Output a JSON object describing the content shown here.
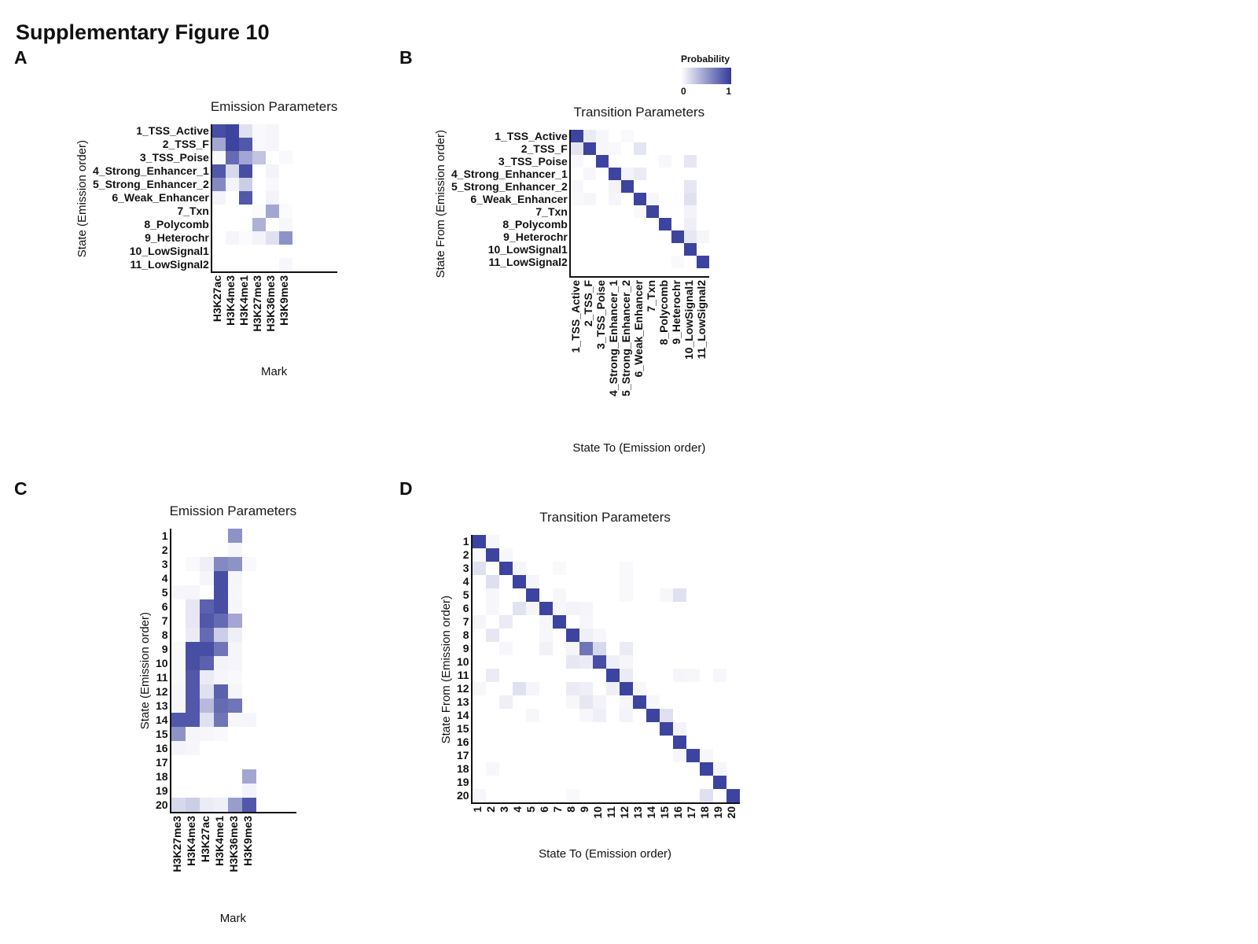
{
  "figure": {
    "title": "Supplementary Figure 10",
    "panel_letters": [
      "A",
      "B",
      "C",
      "D"
    ]
  },
  "colorbar": {
    "label": "Probability",
    "min": "0",
    "max": "1"
  },
  "colors": {
    "low": "#ffffff",
    "high": "#323a9a"
  },
  "chart_data": [
    {
      "panel": "A",
      "type": "heatmap",
      "title": "Emission Parameters",
      "xlabel": "Mark",
      "ylabel": "State (Emission order)",
      "value_range": [
        0,
        1
      ],
      "rows": [
        "1_TSS_Active",
        "2_TSS_F",
        "3_TSS_Poise",
        "4_Strong_Enhancer_1",
        "5_Strong_Enhancer_2",
        "6_Weak_Enhancer",
        "7_Txn",
        "8_Polycomb",
        "9_Heterochr",
        "10_LowSignal1",
        "11_LowSignal2"
      ],
      "cols": [
        "H3K27ac",
        "H3K4me3",
        "H3K4me1",
        "H3K27me3",
        "H3K36me3",
        "H3K9me3"
      ],
      "values": [
        [
          0.9,
          0.95,
          0.15,
          0.03,
          0.05,
          0
        ],
        [
          0.45,
          0.95,
          0.85,
          0.03,
          0.05,
          0
        ],
        [
          0.03,
          0.75,
          0.45,
          0.3,
          0,
          0.03
        ],
        [
          0.85,
          0.2,
          0.9,
          0,
          0.06,
          0
        ],
        [
          0.6,
          0.06,
          0.25,
          0,
          0.03,
          0
        ],
        [
          0.06,
          0,
          0.85,
          0,
          0.06,
          0
        ],
        [
          0,
          0,
          0,
          0.02,
          0.45,
          0.02
        ],
        [
          0,
          0,
          0,
          0.4,
          0,
          0.04
        ],
        [
          0,
          0.05,
          0.02,
          0.06,
          0.15,
          0.55
        ],
        [
          0,
          0,
          0,
          0,
          0,
          0
        ],
        [
          0,
          0,
          0,
          0,
          0,
          0.04
        ]
      ]
    },
    {
      "panel": "B",
      "type": "heatmap",
      "title": "Transition Parameters",
      "xlabel": "State To (Emission order)",
      "ylabel": "State From (Emission order)",
      "value_range": [
        0,
        1
      ],
      "rows": [
        "1_TSS_Active",
        "2_TSS_F",
        "3_TSS_Poise",
        "4_Strong_Enhancer_1",
        "5_Strong_Enhancer_2",
        "6_Weak_Enhancer",
        "7_Txn",
        "8_Polycomb",
        "9_Heterochr",
        "10_LowSignal1",
        "11_LowSignal2"
      ],
      "cols": [
        "1_TSS_Active",
        "2_TSS_F",
        "3_TSS_Poise",
        "4_Strong_Enhancer_1",
        "5_Strong_Enhancer_2",
        "6_Weak_Enhancer",
        "7_Txn",
        "8_Polycomb",
        "9_Heterochr",
        "10_LowSignal1",
        "11_LowSignal2"
      ],
      "values": [
        [
          0.95,
          0.1,
          0.04,
          0,
          0.03,
          0,
          0,
          0,
          0,
          0,
          0
        ],
        [
          0.13,
          0.95,
          0.04,
          0.03,
          0,
          0.13,
          0,
          0,
          0,
          0,
          0
        ],
        [
          0.03,
          0,
          0.95,
          0,
          0,
          0,
          0,
          0.04,
          0,
          0.12,
          0
        ],
        [
          0,
          0.04,
          0,
          0.95,
          0.06,
          0.1,
          0,
          0,
          0,
          0,
          0
        ],
        [
          0.04,
          0,
          0,
          0.06,
          0.95,
          0,
          0,
          0,
          0,
          0.12,
          0
        ],
        [
          0.03,
          0.05,
          0,
          0.05,
          0,
          0.95,
          0.04,
          0,
          0,
          0.15,
          0
        ],
        [
          0,
          0,
          0,
          0,
          0,
          0.03,
          0.95,
          0,
          0,
          0.06,
          0
        ],
        [
          0,
          0,
          0,
          0,
          0,
          0,
          0,
          0.95,
          0,
          0.08,
          0
        ],
        [
          0,
          0,
          0,
          0,
          0,
          0,
          0,
          0,
          0.95,
          0.12,
          0.05
        ],
        [
          0,
          0,
          0,
          0,
          0,
          0,
          0,
          0,
          0,
          0.95,
          0
        ],
        [
          0,
          0,
          0,
          0,
          0,
          0,
          0,
          0,
          0.03,
          0,
          0.95
        ]
      ]
    },
    {
      "panel": "C",
      "type": "heatmap",
      "title": "Emission Parameters",
      "xlabel": "Mark",
      "ylabel": "State (Emission order)",
      "value_range": [
        0,
        1
      ],
      "rows": [
        "1",
        "2",
        "3",
        "4",
        "5",
        "6",
        "7",
        "8",
        "9",
        "10",
        "11",
        "12",
        "13",
        "14",
        "15",
        "16",
        "17",
        "18",
        "19",
        "20"
      ],
      "cols": [
        "H3K27me3",
        "H3K4me3",
        "H3K27ac",
        "H3K4me1",
        "H3K36me3",
        "H3K9me3"
      ],
      "values": [
        [
          0,
          0,
          0,
          0,
          0.55,
          0
        ],
        [
          0,
          0,
          0,
          0,
          0.04,
          0
        ],
        [
          0,
          0.03,
          0.08,
          0.6,
          0.55,
          0.03
        ],
        [
          0,
          0,
          0.05,
          0.9,
          0.05,
          0
        ],
        [
          0.04,
          0.05,
          0,
          0.9,
          0.04,
          0
        ],
        [
          0,
          0.12,
          0.8,
          0.9,
          0.05,
          0
        ],
        [
          0,
          0.12,
          0.85,
          0.75,
          0.45,
          0
        ],
        [
          0,
          0.1,
          0.75,
          0.25,
          0.08,
          0
        ],
        [
          0.03,
          0.9,
          0.9,
          0.7,
          0.05,
          0
        ],
        [
          0.03,
          0.9,
          0.8,
          0.06,
          0.05,
          0
        ],
        [
          0.03,
          0.85,
          0.1,
          0.05,
          0.03,
          0
        ],
        [
          0.04,
          0.85,
          0.15,
          0.8,
          0.05,
          0
        ],
        [
          0.04,
          0.85,
          0.35,
          0.75,
          0.7,
          0
        ],
        [
          0.85,
          0.85,
          0.15,
          0.7,
          0.04,
          0.05
        ],
        [
          0.55,
          0.05,
          0.04,
          0.03,
          0,
          0
        ],
        [
          0.06,
          0.04,
          0,
          0,
          0,
          0
        ],
        [
          0,
          0,
          0,
          0,
          0,
          0
        ],
        [
          0,
          0,
          0,
          0,
          0,
          0.45
        ],
        [
          0,
          0,
          0,
          0,
          0,
          0.06
        ],
        [
          0.2,
          0.25,
          0.1,
          0.08,
          0.5,
          0.85
        ]
      ]
    },
    {
      "panel": "D",
      "type": "heatmap",
      "title": "Transition Parameters",
      "xlabel": "State To (Emission order)",
      "ylabel": "State From (Emission order)",
      "value_range": [
        0,
        1
      ],
      "rows": [
        "1",
        "2",
        "3",
        "4",
        "5",
        "6",
        "7",
        "8",
        "9",
        "10",
        "11",
        "12",
        "13",
        "14",
        "15",
        "16",
        "17",
        "18",
        "19",
        "20"
      ],
      "cols": [
        "1",
        "2",
        "3",
        "4",
        "5",
        "6",
        "7",
        "8",
        "9",
        "10",
        "11",
        "12",
        "13",
        "14",
        "15",
        "16",
        "17",
        "18",
        "19",
        "20"
      ],
      "values": [
        [
          0.95,
          0.04,
          0,
          0,
          0,
          0,
          0,
          0,
          0,
          0,
          0,
          0,
          0,
          0,
          0,
          0,
          0,
          0,
          0,
          0
        ],
        [
          0.03,
          0.95,
          0.04,
          0,
          0,
          0,
          0,
          0,
          0,
          0,
          0,
          0,
          0,
          0,
          0,
          0,
          0,
          0,
          0,
          0
        ],
        [
          0.15,
          0,
          0.95,
          0.05,
          0,
          0,
          0.03,
          0,
          0,
          0,
          0,
          0.03,
          0,
          0,
          0,
          0,
          0,
          0,
          0,
          0
        ],
        [
          0,
          0.16,
          0,
          0.95,
          0.05,
          0,
          0,
          0,
          0,
          0,
          0,
          0.03,
          0,
          0,
          0,
          0,
          0,
          0,
          0,
          0
        ],
        [
          0,
          0.04,
          0,
          0,
          0.95,
          0,
          0.04,
          0,
          0,
          0,
          0,
          0.03,
          0,
          0,
          0.04,
          0.15,
          0,
          0,
          0,
          0
        ],
        [
          0,
          0.04,
          0,
          0.14,
          0.05,
          0.95,
          0.04,
          0.06,
          0.05,
          0,
          0,
          0,
          0,
          0,
          0,
          0,
          0,
          0,
          0,
          0
        ],
        [
          0.05,
          0,
          0.1,
          0,
          0,
          0.04,
          0.95,
          0,
          0.04,
          0,
          0,
          0,
          0,
          0,
          0,
          0,
          0,
          0,
          0,
          0
        ],
        [
          0,
          0.12,
          0,
          0,
          0,
          0.04,
          0,
          0.95,
          0.08,
          0.04,
          0,
          0,
          0,
          0,
          0,
          0,
          0,
          0,
          0,
          0
        ],
        [
          0,
          0,
          0.04,
          0,
          0,
          0.07,
          0,
          0.05,
          0.7,
          0.2,
          0,
          0.1,
          0,
          0,
          0,
          0,
          0,
          0,
          0,
          0
        ],
        [
          0,
          0,
          0,
          0,
          0,
          0,
          0,
          0.12,
          0.1,
          0.9,
          0.08,
          0.05,
          0,
          0,
          0,
          0,
          0,
          0,
          0,
          0
        ],
        [
          0,
          0.1,
          0,
          0,
          0,
          0,
          0,
          0,
          0,
          0,
          0.95,
          0.1,
          0,
          0,
          0,
          0.05,
          0.04,
          0,
          0.04,
          0
        ],
        [
          0.04,
          0,
          0,
          0.15,
          0.05,
          0,
          0,
          0.1,
          0.08,
          0,
          0.08,
          0.95,
          0.04,
          0,
          0,
          0,
          0,
          0,
          0,
          0
        ],
        [
          0,
          0,
          0.08,
          0,
          0,
          0,
          0,
          0.04,
          0.12,
          0.06,
          0,
          0.05,
          0.95,
          0.04,
          0,
          0,
          0,
          0,
          0,
          0
        ],
        [
          0,
          0,
          0,
          0,
          0.04,
          0,
          0,
          0,
          0.04,
          0.08,
          0,
          0.06,
          0,
          0.95,
          0.15,
          0,
          0,
          0,
          0,
          0
        ],
        [
          0,
          0,
          0,
          0,
          0,
          0,
          0,
          0,
          0,
          0,
          0,
          0,
          0,
          0,
          0.95,
          0.06,
          0,
          0,
          0,
          0
        ],
        [
          0,
          0,
          0,
          0,
          0,
          0,
          0,
          0,
          0,
          0,
          0,
          0,
          0,
          0,
          0,
          0.95,
          0,
          0,
          0,
          0
        ],
        [
          0,
          0,
          0,
          0,
          0,
          0,
          0,
          0,
          0,
          0,
          0,
          0,
          0,
          0,
          0,
          0.04,
          0.95,
          0.04,
          0,
          0
        ],
        [
          0,
          0.04,
          0,
          0,
          0,
          0,
          0,
          0,
          0,
          0,
          0,
          0,
          0,
          0,
          0,
          0,
          0,
          0.95,
          0.05,
          0
        ],
        [
          0,
          0,
          0,
          0,
          0,
          0,
          0,
          0,
          0,
          0,
          0,
          0,
          0,
          0,
          0,
          0,
          0,
          0,
          0.95,
          0
        ],
        [
          0.04,
          0,
          0,
          0,
          0,
          0,
          0,
          0.03,
          0,
          0,
          0,
          0,
          0,
          0,
          0,
          0,
          0,
          0.15,
          0,
          0.95
        ]
      ]
    }
  ]
}
